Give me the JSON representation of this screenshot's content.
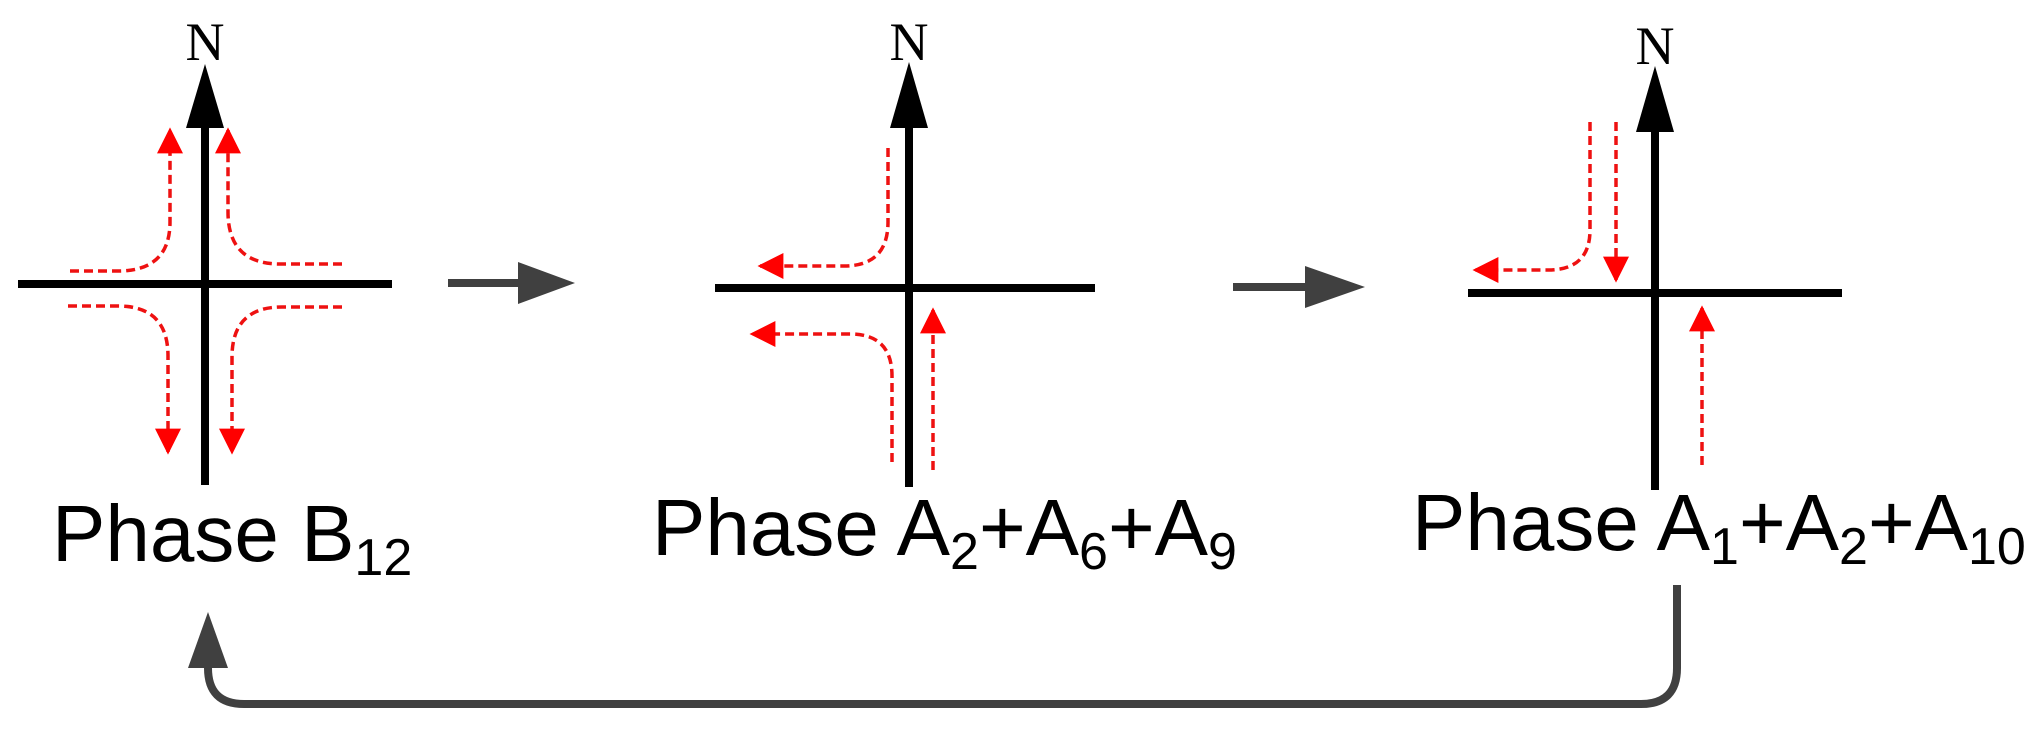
{
  "north_label": "N",
  "phases": [
    {
      "prefix": "Phase ",
      "terms": [
        {
          "base": "B",
          "sub": "12"
        }
      ]
    },
    {
      "prefix": "Phase ",
      "terms": [
        {
          "base": "A",
          "sub": "2"
        },
        {
          "base": "+A",
          "sub": "6"
        },
        {
          "base": "+A",
          "sub": "9"
        }
      ]
    },
    {
      "prefix": "Phase ",
      "terms": [
        {
          "base": "A",
          "sub": "1"
        },
        {
          "base": "+A",
          "sub": "2"
        },
        {
          "base": "+A",
          "sub": "10"
        }
      ]
    }
  ],
  "colors": {
    "road": "#000000",
    "movement": "#ee1111",
    "flow_arrow": "#404040"
  }
}
